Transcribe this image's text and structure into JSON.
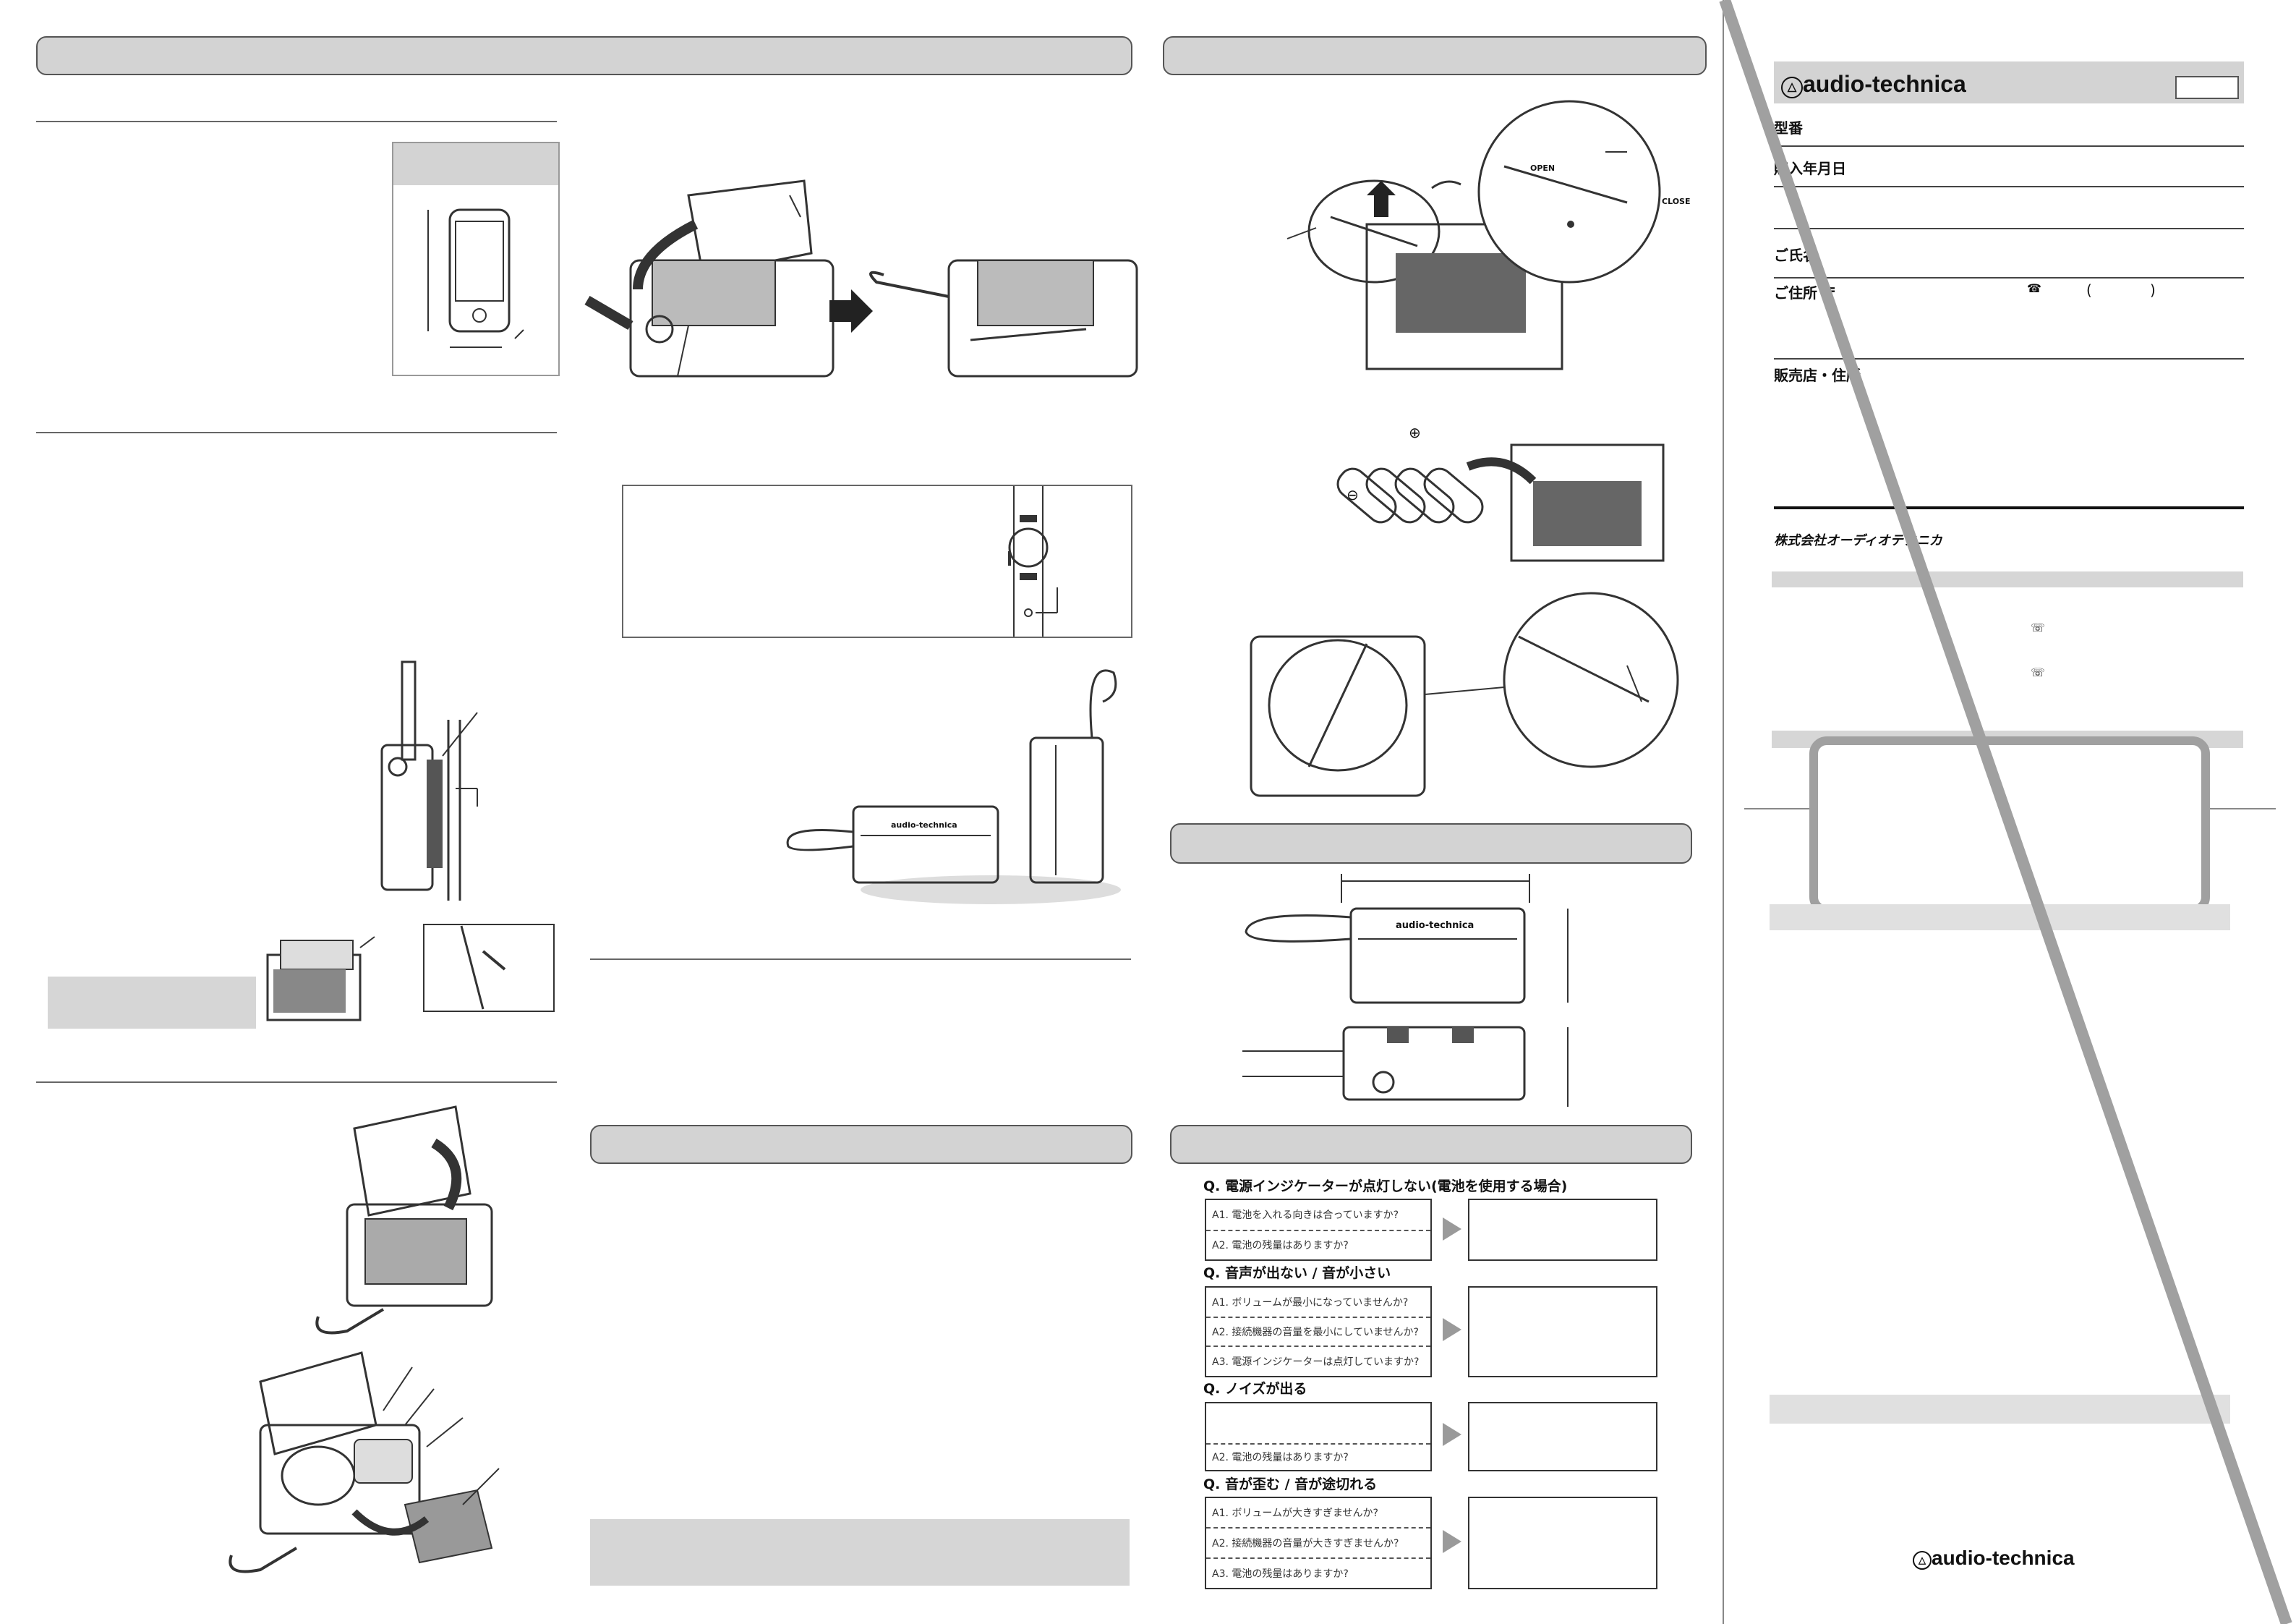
{
  "brand": {
    "logo_text": "audio-technica",
    "company_name": "株式会社オーディオテクニカ",
    "footer_logo_text": "audio-technica"
  },
  "form": {
    "model_label": "型番",
    "purchase_date_label": "購入年月日",
    "name_label": "ご氏名",
    "address_label": "ご住所 〒",
    "phone_symbol": "☎",
    "phone_open": "(",
    "phone_close": ")",
    "dealer_label": "販売店・住所"
  },
  "contact": {
    "fax_symbol_1": "☏",
    "fax_symbol_2": "☏"
  },
  "troubleshooting": [
    {
      "question": "Q. 電源インジケーターが点灯しない(電池を使用する場合)",
      "answers": [
        "A1. 電池を入れる向きは合っていますか?",
        "A2. 電池の残量はありますか?"
      ]
    },
    {
      "question": "Q. 音声が出ない / 音が小さい",
      "answers": [
        "A1. ボリュームが最小になっていませんか?",
        "A2. 接続機器の音量を最小にしていませんか?",
        "A3. 電源インジケーターは点灯していますか?"
      ]
    },
    {
      "question": "Q. ノイズが出る",
      "answers": [
        "",
        "A2. 電池の残量はありますか?"
      ]
    },
    {
      "question": "Q. 音が歪む / 音が途切れる",
      "answers": [
        "A1. ボリュームが大きすぎませんか?",
        "A2. 接続機器の音量が大きすぎませんか?",
        "A3. 電池の残量はありますか?"
      ]
    }
  ],
  "battery_diagram": {
    "open_label": "OPEN",
    "close_label": "CLOSE"
  },
  "battery_polarity": {
    "plus": "⊕",
    "minus": "⊖"
  },
  "speaker_logo_text": "audio-technica"
}
